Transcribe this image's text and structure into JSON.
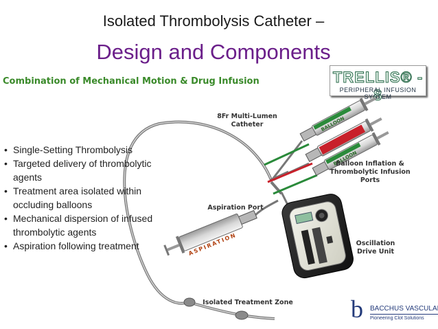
{
  "title": {
    "line1": "Isolated Thrombolysis Catheter –",
    "line2": "Design and Components"
  },
  "subtitle": "Combination of Mechanical Motion & Drug Infusion",
  "trellis_logo": {
    "main": "TRELLIS® - 8",
    "sub": "PERIPHERAL INFUSION SYSTEM"
  },
  "bullets": [
    "Single-Setting Thrombolysis",
    "Targeted delivery of thrombolytic agents",
    "Treatment area isolated within occluding balloons",
    "Mechanical dispersion of infused thrombolytic agents",
    "Aspiration following treatment"
  ],
  "labels": {
    "catheter_line1": "8Fr Multi-Lumen",
    "catheter_line2": "Catheter",
    "ports_line1": "Balloon Inflation &",
    "ports_line2": "Thrombolytic Infusion Ports",
    "aspiration_port": "Aspiration Port",
    "oscillation_line1": "Oscillation",
    "oscillation_line2": "Drive Unit",
    "treatment_zone": "Isolated Treatment Zone"
  },
  "syringe_labels": {
    "balloon": "BALLOON",
    "aspiration": "ASPIRATION"
  },
  "bacchus_logo": {
    "letter": "b",
    "name": "BACCHUS VASCULAR",
    "tagline": "Pioneering Clot Solutions"
  },
  "colors": {
    "title_purple": "#6b1f8a",
    "subtitle_green": "#3a8a2a",
    "syringe_red": "#c8202a",
    "syringe_green": "#2a8a3a",
    "logo_blue": "#233a7a"
  }
}
